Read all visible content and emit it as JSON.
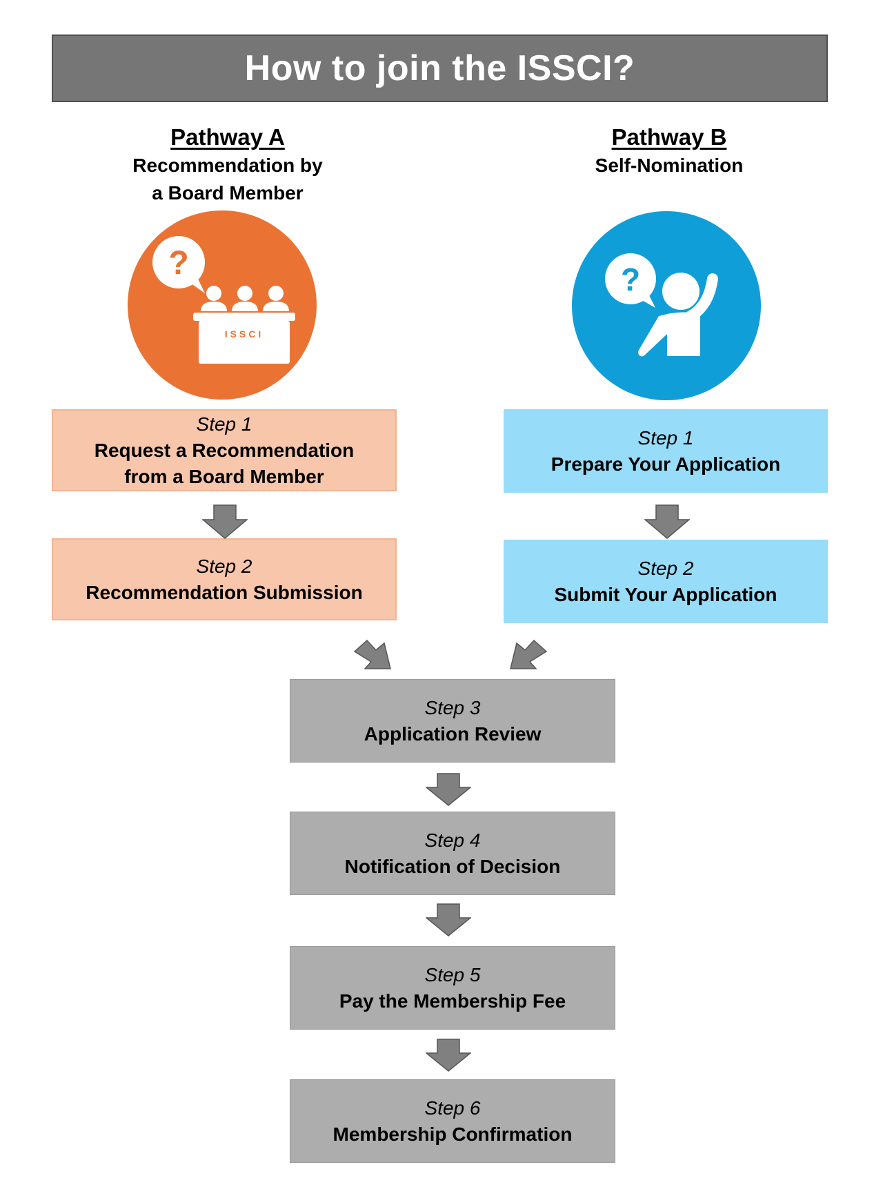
{
  "title": "How to join the ISSCI?",
  "pathway_a": {
    "name": "Pathway A",
    "subtitle": "Recommendation by\na Board Member",
    "icon": "board-panel-question-icon",
    "icon_text": "ISSCI",
    "color": "#ea7334",
    "steps": [
      {
        "label": "Step 1",
        "title": "Request a Recommendation\nfrom a Board Member"
      },
      {
        "label": "Step 2",
        "title": "Recommendation Submission"
      }
    ]
  },
  "pathway_b": {
    "name": "Pathway B",
    "subtitle": "Self-Nomination",
    "icon": "raised-hand-person-question-icon",
    "color": "#0f9ed8",
    "steps": [
      {
        "label": "Step 1",
        "title": "Prepare Your Application"
      },
      {
        "label": "Step 2",
        "title": "Submit Your Application"
      }
    ]
  },
  "common_steps": [
    {
      "label": "Step 3",
      "title": "Application Review"
    },
    {
      "label": "Step 4",
      "title": "Notification of Decision"
    },
    {
      "label": "Step 5",
      "title": "Pay the Membership Fee"
    },
    {
      "label": "Step 6",
      "title": "Membership Confirmation"
    }
  ]
}
